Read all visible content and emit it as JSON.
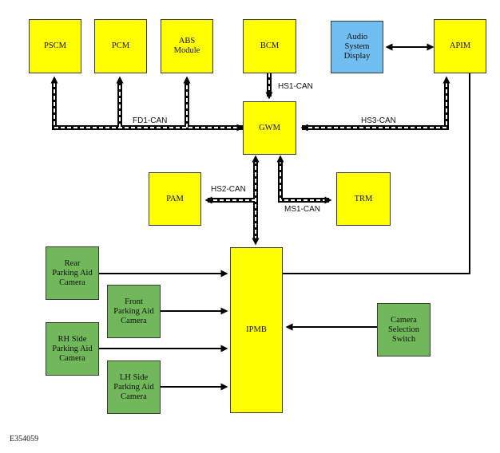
{
  "modules": {
    "pscm": "PSCM",
    "pcm": "PCM",
    "abs": "ABS Module",
    "bcm": "BCM",
    "audio": "Audio System Display",
    "apim": "APIM",
    "gwm": "GWM",
    "pam": "PAM",
    "trm": "TRM",
    "ipmb": "IPMB",
    "rear_camera": "Rear Parking Aid Camera",
    "front_camera": "Front Parking Aid Camera",
    "rh_camera": "RH Side Parking Aid Camera",
    "lh_camera": "LH Side Parking Aid Camera",
    "camera_switch": "Camera Selection Switch"
  },
  "buses": {
    "fd1": "FD1-CAN",
    "hs1": "HS1-CAN",
    "hs2": "HS2-CAN",
    "hs3": "HS3-CAN",
    "ms1": "MS1-CAN"
  },
  "colors": {
    "module": "#ffff00",
    "display": "#71bdf0",
    "camera": "#71b85a",
    "line": "#000000"
  },
  "reference": "E354059"
}
